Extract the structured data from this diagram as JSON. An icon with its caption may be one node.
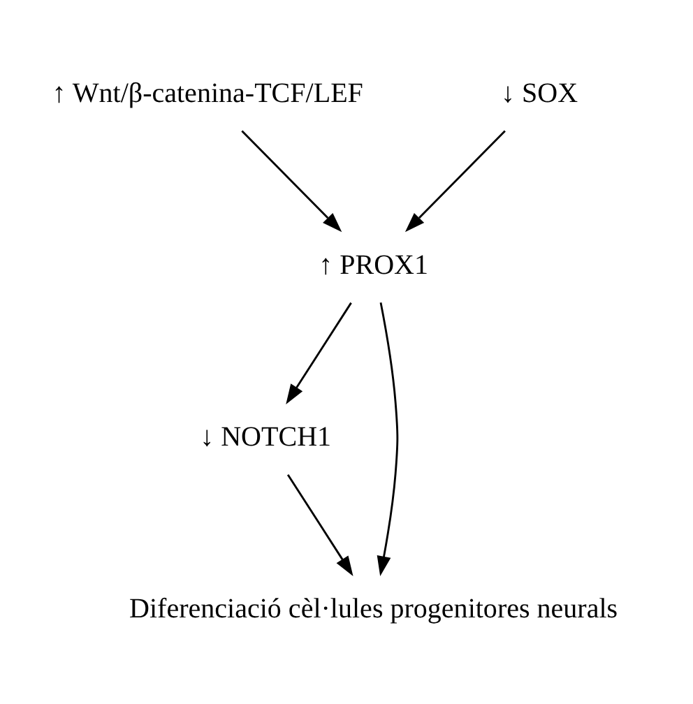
{
  "diagram": {
    "nodes": [
      {
        "text": [
          "↑ Wnt/β-catenina-TCF/LEF"
        ]
      },
      {
        "text": [
          "↓ SOX"
        ]
      },
      {
        "text": [
          "↑ PROX1"
        ]
      },
      {
        "text": [
          "↓ NOTCH1"
        ]
      },
      {
        "text": [
          "Diferenciació cèl·lules progenitores neurals"
        ]
      }
    ],
    "edges": [
      {
        "from": 0,
        "to": 2,
        "arrow": "to"
      },
      {
        "from": 1,
        "to": 2,
        "arrow": "to"
      },
      {
        "from": 2,
        "to": 3,
        "arrow": "to"
      },
      {
        "from": 2,
        "to": 4,
        "arrow": "to"
      },
      {
        "from": 3,
        "to": 4,
        "arrow": "to"
      }
    ]
  }
}
